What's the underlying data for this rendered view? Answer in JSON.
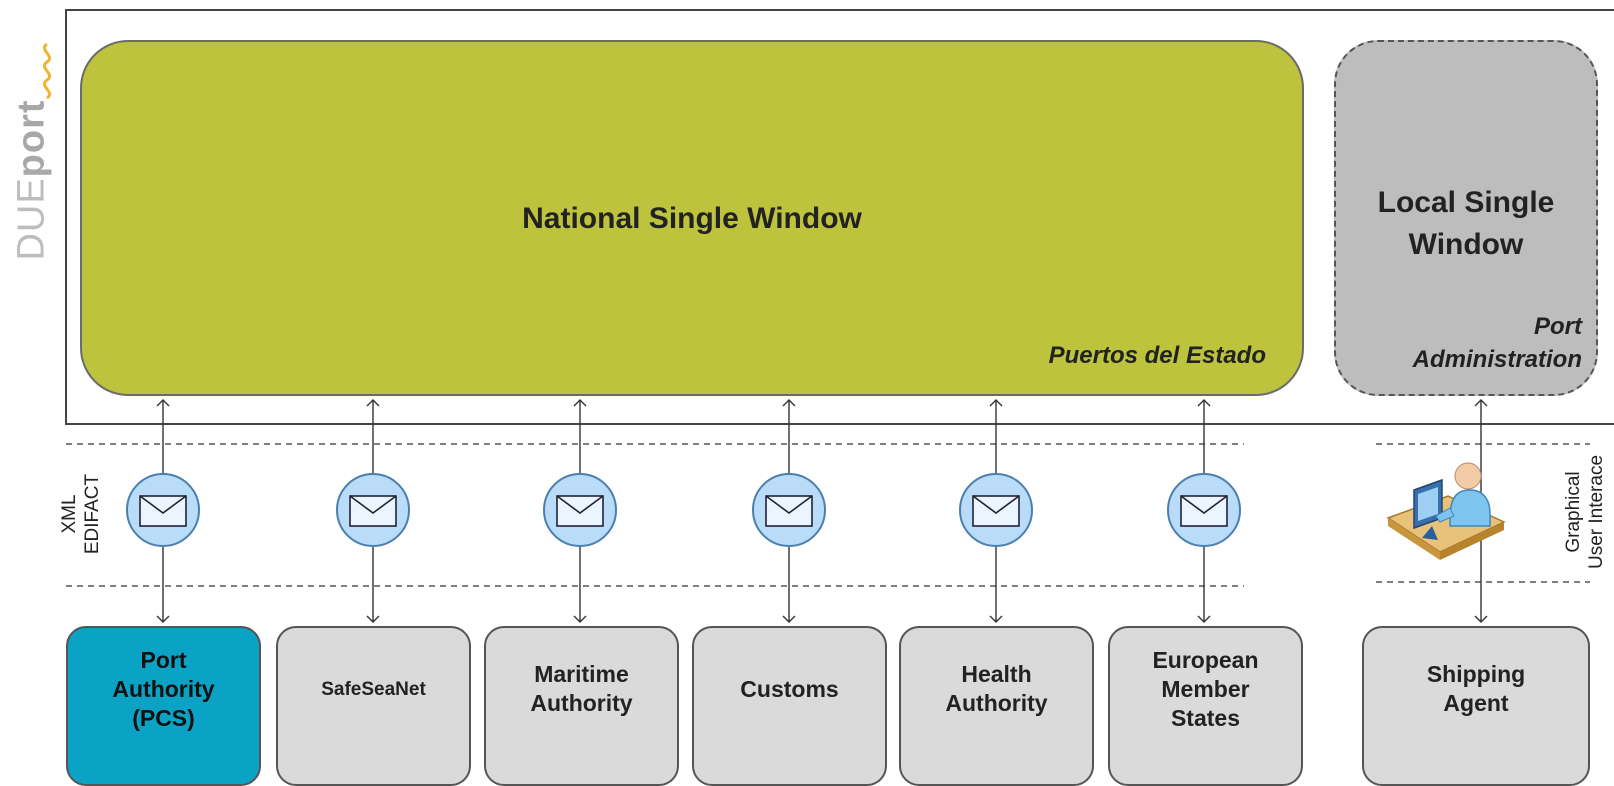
{
  "logo": {
    "text_light": "DUE",
    "text_bold": "port"
  },
  "national_window": {
    "title": "National Single Window",
    "owner": "Puertos del Estado"
  },
  "local_window": {
    "title_line1": "Local Single",
    "title_line2": "Window",
    "owner_line1": "Port",
    "owner_line2": "Administration"
  },
  "left_channel_label": {
    "line1": "XML",
    "line2": "EDIFACT"
  },
  "right_channel_label": {
    "line1": "Graphical",
    "line2": "User Interace"
  },
  "participants": [
    {
      "label": "Port\nAuthority\n(PCS)"
    },
    {
      "label": "SafeSeaNet"
    },
    {
      "label": "Maritime\nAuthority"
    },
    {
      "label": "Customs"
    },
    {
      "label": "Health\nAuthority"
    },
    {
      "label": "European\nMember\nStates"
    },
    {
      "label": "Shipping\nAgent"
    }
  ],
  "colors": {
    "national_window_fill": "#bec33d",
    "local_window_fill": "#bdbdbd",
    "port_authority_fill": "#0aa3c6",
    "participant_fill": "#dadada",
    "message_icon_fill": "#b9dcf8"
  },
  "icons": {
    "message": "envelope-icon",
    "user": "user-at-computer-icon",
    "logo_wave": "wave-icon"
  }
}
